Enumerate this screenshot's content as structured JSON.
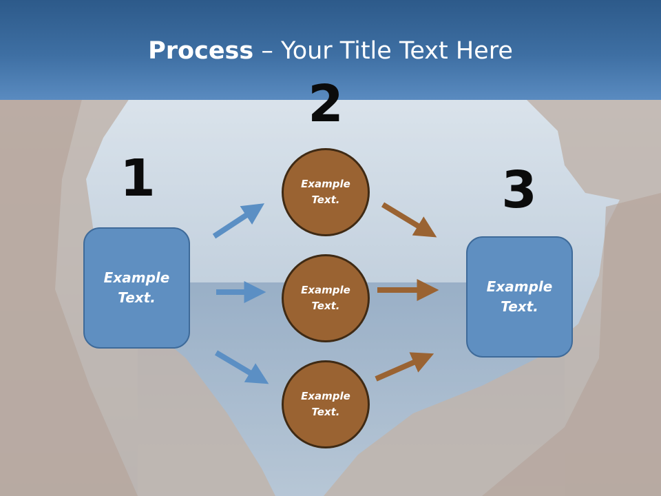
{
  "title": {
    "bold": "Process",
    "rest": " – Your Title Text Here"
  },
  "steps": {
    "one": "1",
    "two": "2",
    "three": "3"
  },
  "left_box": {
    "text": "Example Text."
  },
  "right_box": {
    "text": "Example Text."
  },
  "circles": [
    {
      "text": "Example Text."
    },
    {
      "text": "Example Text."
    },
    {
      "text": "Example Text."
    }
  ],
  "colors": {
    "title_bar": "#3e6fa3",
    "box": "#5f8fc1",
    "circle": "#9a6332",
    "blue_arrow": "#5b8fc4",
    "brown_arrow": "#9a6332"
  }
}
